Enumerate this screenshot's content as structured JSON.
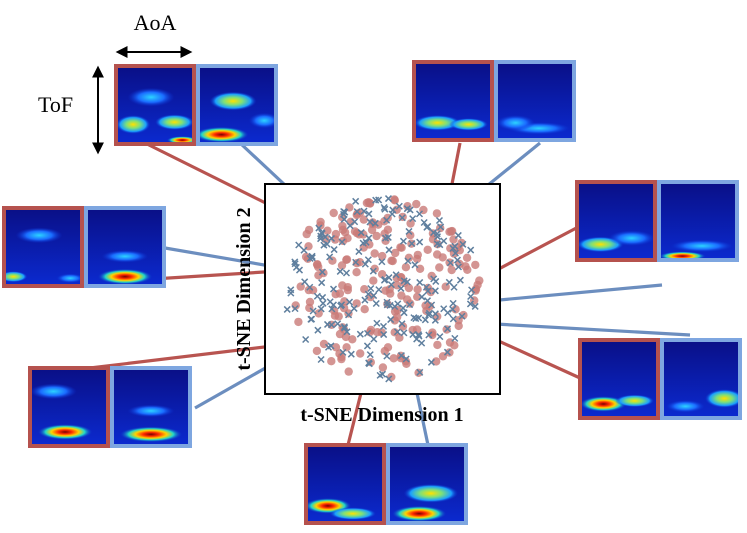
{
  "labels": {
    "aoa": "AoA",
    "tof": "ToF",
    "x_axis": "t-SNE Dimension 1",
    "y_axis": "t-SNE Dimension 2"
  },
  "colors": {
    "red": "#b85450",
    "blue": "#6c8ebf",
    "red_frame": "#b5524e",
    "blue_frame": "#7ea6e0",
    "dot_red": "#c97b78",
    "cross_blue": "#5f7f9e"
  },
  "scatter": {
    "red_count": 210,
    "blue_count": 210
  },
  "pairs": [
    {
      "name": "pair-top-left"
    },
    {
      "name": "pair-top-center"
    },
    {
      "name": "pair-left"
    },
    {
      "name": "pair-right-upper"
    },
    {
      "name": "pair-bottom-left"
    },
    {
      "name": "pair-right-lower"
    },
    {
      "name": "pair-bottom-center"
    }
  ]
}
